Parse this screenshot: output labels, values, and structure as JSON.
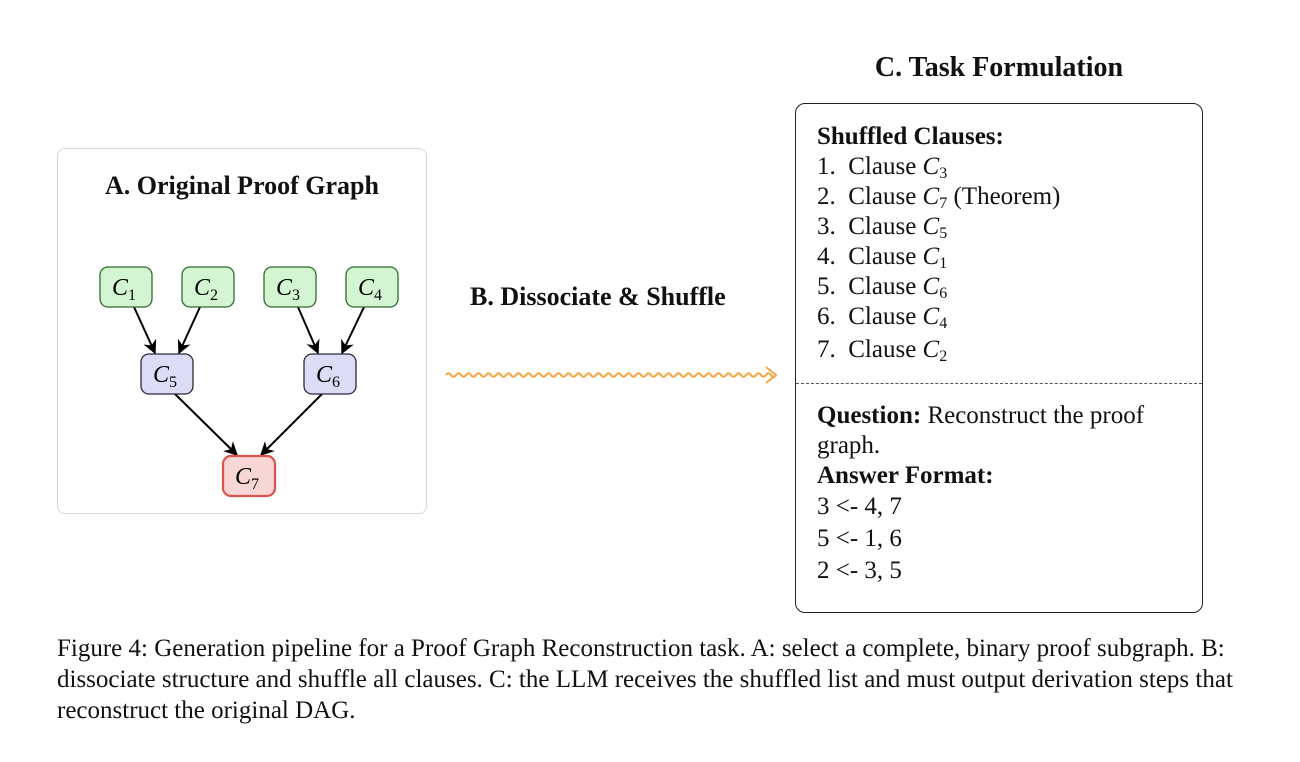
{
  "panel_a": {
    "title": "A. Original Proof Graph",
    "nodes": [
      {
        "id": "c1",
        "letter": "C",
        "sub": "1",
        "kind": "premise"
      },
      {
        "id": "c2",
        "letter": "C",
        "sub": "2",
        "kind": "premise"
      },
      {
        "id": "c3",
        "letter": "C",
        "sub": "3",
        "kind": "premise"
      },
      {
        "id": "c4",
        "letter": "C",
        "sub": "4",
        "kind": "premise"
      },
      {
        "id": "c5",
        "letter": "C",
        "sub": "5",
        "kind": "intermediate"
      },
      {
        "id": "c6",
        "letter": "C",
        "sub": "6",
        "kind": "intermediate"
      },
      {
        "id": "c7",
        "letter": "C",
        "sub": "7",
        "kind": "theorem"
      }
    ],
    "edges": [
      [
        "c1",
        "c5"
      ],
      [
        "c2",
        "c5"
      ],
      [
        "c3",
        "c6"
      ],
      [
        "c4",
        "c6"
      ],
      [
        "c5",
        "c7"
      ],
      [
        "c6",
        "c7"
      ]
    ],
    "colors": {
      "premise_fill": "#d4f5d2",
      "premise_stroke": "#2e6b2e",
      "intermediate_fill": "#dcdcf7",
      "intermediate_stroke": "#2a2a3a",
      "theorem_fill": "#f8d6d6",
      "theorem_stroke": "#d9534f"
    }
  },
  "panel_b": {
    "title": "B. Dissociate & Shuffle",
    "arrow_color": "#f5a742"
  },
  "panel_c": {
    "title": "C. Task Formulation",
    "shuffled_heading": "Shuffled Clauses:",
    "clauses": [
      {
        "num": "1.",
        "word": "Clause",
        "letter": "C",
        "sub": "3",
        "note": ""
      },
      {
        "num": "2.",
        "word": "Clause",
        "letter": "C",
        "sub": "7",
        "note": "(Theorem)"
      },
      {
        "num": "3.",
        "word": "Clause",
        "letter": "C",
        "sub": "5",
        "note": ""
      },
      {
        "num": "4.",
        "word": "Clause",
        "letter": "C",
        "sub": "1",
        "note": ""
      },
      {
        "num": "5.",
        "word": "Clause",
        "letter": "C",
        "sub": "6",
        "note": ""
      },
      {
        "num": "6.",
        "word": "Clause",
        "letter": "C",
        "sub": "4",
        "note": ""
      },
      {
        "num": "7.",
        "word": "Clause",
        "letter": "C",
        "sub": "2",
        "note": ""
      }
    ],
    "question_label": "Question:",
    "question_text": "Reconstruct the proof graph.",
    "answer_heading": "Answer Format:",
    "answer_lines": [
      "3 <- 4, 7",
      "5 <- 1, 6",
      "2 <- 3, 5"
    ]
  },
  "caption": "Figure 4: Generation pipeline for a Proof Graph Reconstruction task. A: select a complete, binary proof subgraph. B: dissociate structure and shuffle all clauses. C: the LLM receives the shuffled list and must output derivation steps that reconstruct the original DAG."
}
